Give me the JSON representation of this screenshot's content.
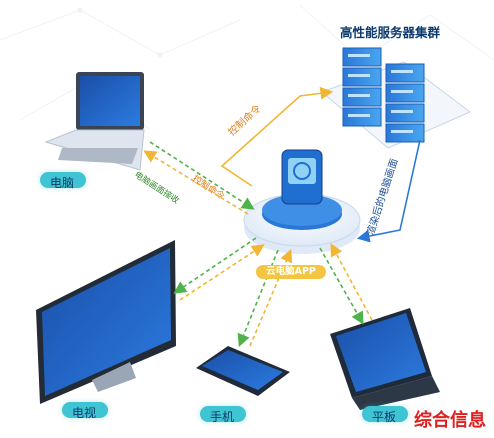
{
  "title": "高性能服务器集群",
  "app_name": "云电脑APP",
  "devices": {
    "computer": "电脑",
    "tv": "电视",
    "phone": "手机",
    "tablet": "平板"
  },
  "arrows": {
    "control_cmd_top": "控制命令",
    "control_cmd_left": "控制命令",
    "screen_receive": "电脑画面接收",
    "rendered_screen": "渲染后的电脑画面"
  },
  "watermark": "综合信息",
  "colors": {
    "accent_blue": "#1f6fd1",
    "cyan": "#3fc4d4",
    "yellow_arrow": "#f2b632",
    "green_arrow": "#4fb24a",
    "app_label_bg": "#f4c542"
  }
}
